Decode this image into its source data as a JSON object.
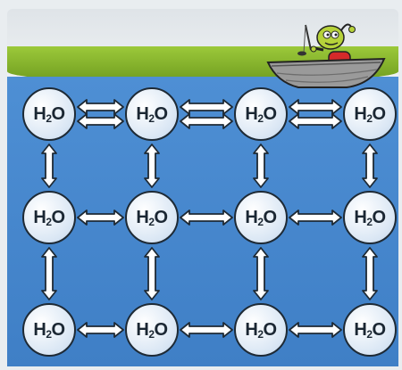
{
  "molecule": {
    "base": "H",
    "sub": "2",
    "end": "O"
  },
  "grid": {
    "rows": 3,
    "cols": 4
  },
  "colors": {
    "water": "#4a8ad1",
    "grass": "#8bbd2c",
    "molecule_fill": "#dce8f5",
    "outline": "#1e2a35"
  },
  "icons": [
    "boat-icon",
    "fisherman-icon",
    "fishing-rod-icon"
  ]
}
